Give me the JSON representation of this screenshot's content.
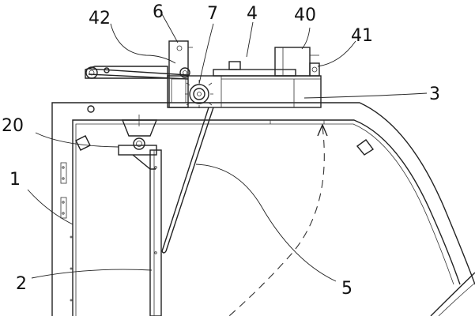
{
  "diagram": {
    "labels": {
      "l42": "42",
      "l6": "6",
      "l7": "7",
      "l4": "4",
      "l40": "40",
      "l41": "41",
      "l3": "3",
      "l20": "20",
      "l1": "1",
      "l2": "2",
      "l5": "5"
    }
  }
}
